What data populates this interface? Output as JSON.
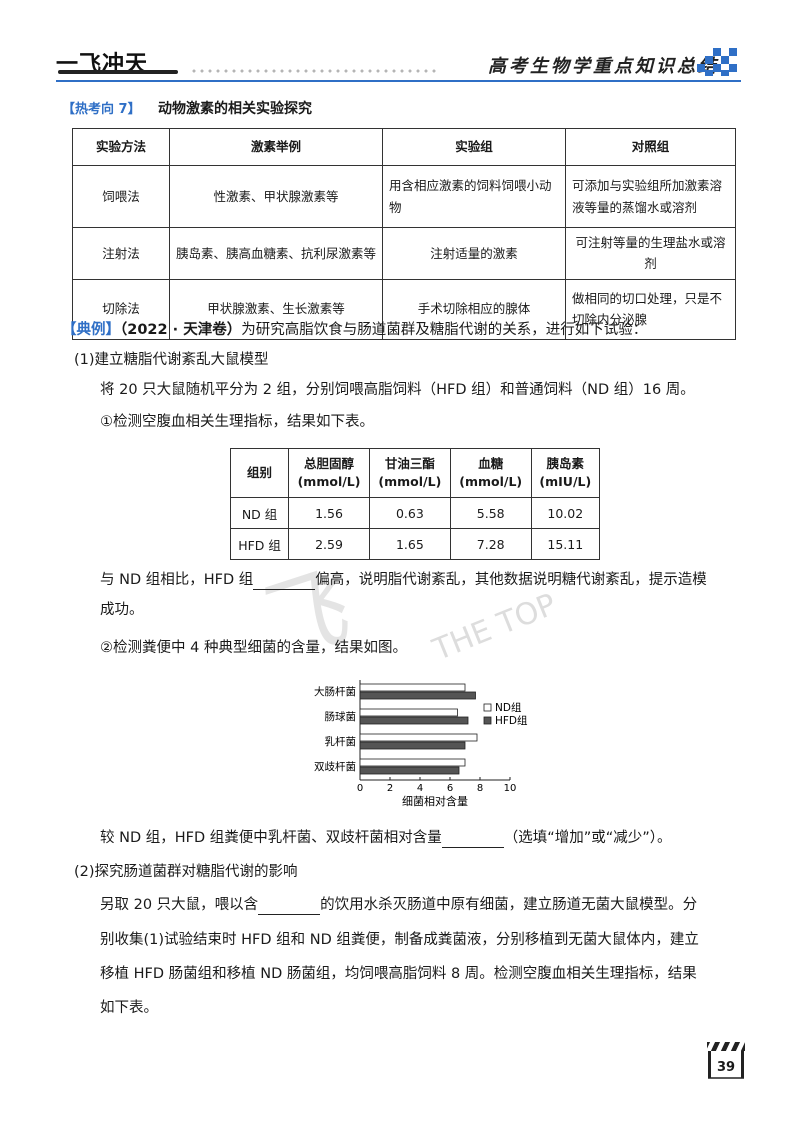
{
  "header": {
    "logo": "一飞冲天",
    "title": "高考生物学重点知识总结",
    "accent_color": "#2f6fc6"
  },
  "hot": {
    "tag": "【热考向 7】",
    "title": "动物激素的相关实验探究"
  },
  "table1": {
    "headers": [
      "实验方法",
      "激素举例",
      "实验组",
      "对照组"
    ],
    "rows": [
      [
        "饲喂法",
        "性激素、甲状腺激素等",
        "用含相应激素的饲料饲喂小动物",
        "可添加与实验组所加激素溶液等量的蒸馏水或溶剂"
      ],
      [
        "注射法",
        "胰岛素、胰高血糖素、抗利尿激素等",
        "注射适量的激素",
        "可注射等量的生理盐水或溶剂"
      ],
      [
        "切除法",
        "甲状腺激素、生长激素等",
        "手术切除相应的腺体",
        "做相同的切口处理，只是不切除内分泌腺"
      ]
    ]
  },
  "example": {
    "tag": "【典例】",
    "source": "（2022 · 天津卷）",
    "intro": "为研究高脂饮食与肠道菌群及糖脂代谢的关系，进行如下试验：",
    "part1_title": "(1)建立糖脂代谢紊乱大鼠模型",
    "part1_text": "将 20 只大鼠随机平分为 2 组，分别饲喂高脂饲料（HFD 组）和普通饲料（ND 组）16 周。",
    "q1_text": "①检测空腹血相关生理指标，结果如下表。",
    "q1_answer_a": "与 ND 组相比，HFD 组",
    "q1_answer_b": "偏高，说明脂代谢紊乱，其他数据说明糖代谢紊乱，提示造模",
    "q1_answer_c": "成功。",
    "q2_text": "②检测粪便中 4 种典型细菌的含量，结果如图。",
    "q2_answer_a": "较 ND 组，HFD 组粪便中乳杆菌、双歧杆菌相对含量",
    "q2_answer_b": "（选填“增加”或“减少”）。",
    "part2_title": "(2)探究肠道菌群对糖脂代谢的影响",
    "part2_a": "另取 20 只大鼠，喂以含",
    "part2_b": "的饮用水杀灭肠道中原有细菌，建立肠道无菌大鼠模型。分",
    "part2_c": "别收集(1)试验结束时 HFD 组和 ND 组粪便，制备成粪菌液，分别移植到无菌大鼠体内，建立",
    "part2_d": "移植 HFD 肠菌组和移植 ND 肠菌组，均饲喂高脂饲料 8 周。检测空腹血相关生理指标，结果",
    "part2_e": "如下表。"
  },
  "table2": {
    "headers": [
      [
        "组别",
        ""
      ],
      [
        "总胆固醇",
        "(mmol/L)"
      ],
      [
        "甘油三酯",
        "(mmol/L)"
      ],
      [
        "血糖",
        "(mmol/L)"
      ],
      [
        "胰岛素",
        "(mIU/L)"
      ]
    ],
    "rows": [
      [
        "ND 组",
        "1.56",
        "0.63",
        "5.58",
        "10.02"
      ],
      [
        "HFD 组",
        "2.59",
        "1.65",
        "7.28",
        "15.11"
      ]
    ]
  },
  "watermark": {
    "text": "飞",
    "text2": "THE TOP"
  },
  "chart_data": {
    "type": "bar",
    "orientation": "horizontal",
    "categories": [
      "大肠杆菌",
      "肠球菌",
      "乳杆菌",
      "双歧杆菌"
    ],
    "series": [
      {
        "name": "ND组",
        "values": [
          7.0,
          6.5,
          7.8,
          7.0
        ],
        "color": "#ffffff"
      },
      {
        "name": "HFD组",
        "values": [
          7.7,
          7.2,
          7.0,
          6.6
        ],
        "color": "#555555"
      }
    ],
    "xlabel": "细菌相对含量",
    "xlim": [
      0,
      10
    ],
    "xticks": [
      "0",
      "2",
      "4",
      "6",
      "8",
      "10"
    ],
    "legend": "right",
    "grid": false
  },
  "page_number": "39"
}
